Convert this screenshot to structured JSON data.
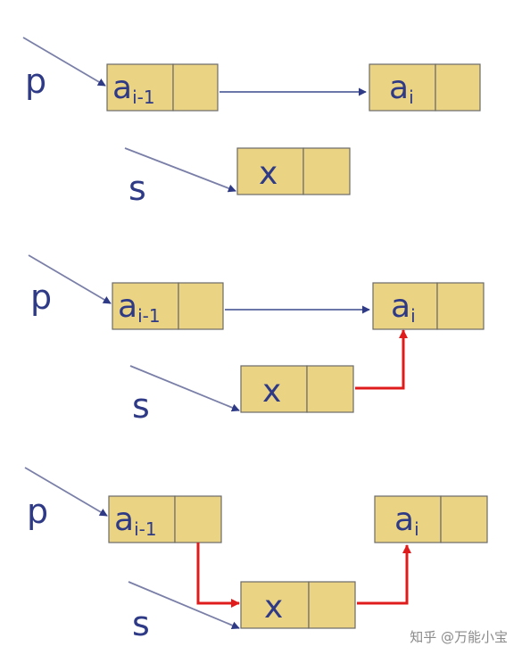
{
  "colors": {
    "node_fill": "#ebd384",
    "node_border": "#6a6a6a",
    "text": "#2e3a86",
    "link": "#3a4a8c",
    "pointer_line": "#7a7fa8",
    "new_link": "#e01b1b"
  },
  "panels": [
    {
      "pointers": {
        "p": "p",
        "s": "s"
      },
      "nodes": {
        "prev": {
          "text": "a",
          "sub": "i-1"
        },
        "next": {
          "text": "a",
          "sub": "i"
        },
        "new": {
          "text": "x"
        }
      },
      "state": "initial"
    },
    {
      "pointers": {
        "p": "p",
        "s": "s"
      },
      "nodes": {
        "prev": {
          "text": "a",
          "sub": "i-1"
        },
        "next": {
          "text": "a",
          "sub": "i"
        },
        "new": {
          "text": "x"
        }
      },
      "state": "s-next-linked"
    },
    {
      "pointers": {
        "p": "p",
        "s": "s"
      },
      "nodes": {
        "prev": {
          "text": "a",
          "sub": "i-1"
        },
        "next": {
          "text": "a",
          "sub": "i"
        },
        "new": {
          "text": "x"
        }
      },
      "state": "inserted"
    }
  ],
  "watermark": "知乎 @万能小宝"
}
